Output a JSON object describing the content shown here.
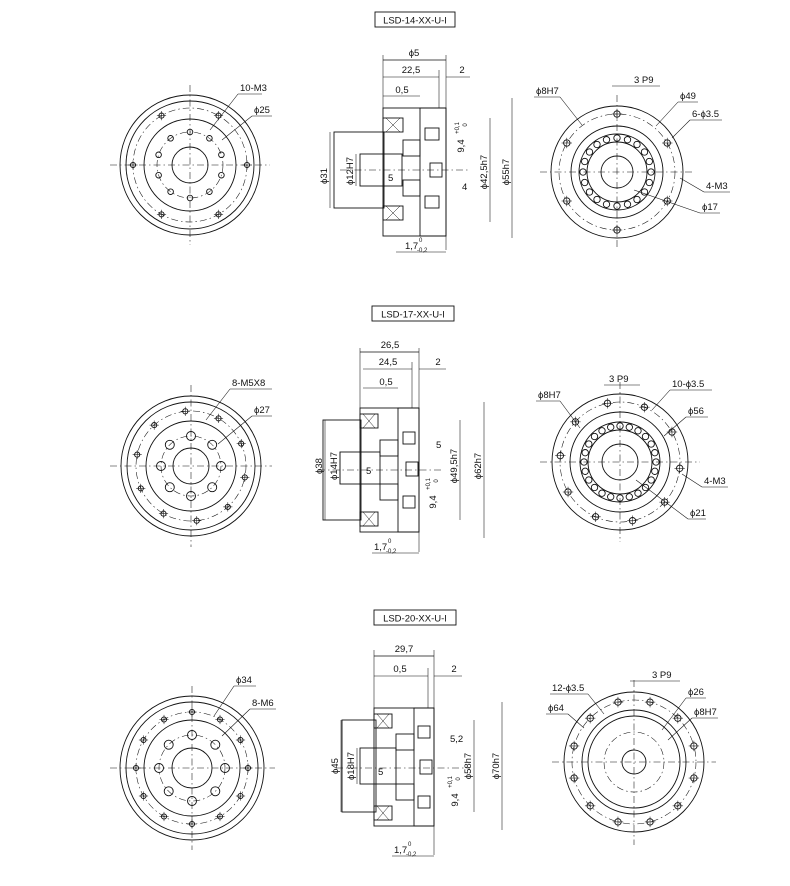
{
  "sections": [
    {
      "title": "LSD-14-XX-U-I",
      "left": {
        "holes_label": "10-M3",
        "pcd_label": "ϕ25",
        "holes": 10
      },
      "center": {
        "top_dims": [
          "ϕ5",
          "22,5",
          "2",
          "0,5"
        ],
        "left_dims": [
          "ϕ31",
          "ϕ12H7"
        ],
        "inner_labels": [
          "5",
          "4"
        ],
        "right_dims": [
          "9,4",
          "ϕ42,5h7",
          "ϕ55h7"
        ],
        "tol_910": "+0,1",
        "tol_910_low": "0",
        "bottom_dim": "1,7",
        "bottom_tol_up": "0",
        "bottom_tol_low": "-0,2"
      },
      "right": {
        "labels_left": [
          "ϕ8H7"
        ],
        "label_top": "3  P9",
        "labels_right": [
          "ϕ49",
          "6-ϕ3.5",
          "4-M3",
          "ϕ17"
        ],
        "balls": 20
      }
    },
    {
      "title": "LSD-17-XX-U-I",
      "left": {
        "holes_label": "8-M5X8",
        "pcd_label": "ϕ27",
        "holes": 8
      },
      "center": {
        "top_dims": [
          "26,5",
          "24,5",
          "2",
          "0,5"
        ],
        "left_dims": [
          "ϕ38",
          "ϕ14H7"
        ],
        "inner_labels": [
          "5",
          "5"
        ],
        "right_dims": [
          "9,4",
          "ϕ49,5h7",
          "ϕ62h7"
        ],
        "tol_910": "+0,1",
        "tol_910_low": "0",
        "bottom_dim": "1,7",
        "bottom_tol_up": "0",
        "bottom_tol_low": "-0,2"
      },
      "right": {
        "labels_left": [
          "ϕ8H7"
        ],
        "label_top": "3  P9",
        "labels_right": [
          "10-ϕ3.5",
          "ϕ56",
          "4-M3",
          "ϕ21"
        ],
        "balls": 24
      }
    },
    {
      "title": "LSD-20-XX-U-I",
      "left": {
        "holes_label": "8-M6",
        "pcd_label": "ϕ34",
        "holes": 8
      },
      "center": {
        "top_dims": [
          "29,7",
          "0,5",
          "2"
        ],
        "left_dims": [
          "ϕ45",
          "ϕ18H7"
        ],
        "inner_labels": [
          "5",
          "5,2"
        ],
        "right_dims": [
          "9,4",
          "ϕ58h7",
          "ϕ70h7"
        ],
        "tol_910": "+0,1",
        "tol_910_low": "0",
        "bottom_dim": "1,7",
        "bottom_tol_up": "0",
        "bottom_tol_low": "-0,2"
      },
      "right": {
        "labels_left": [
          "12-ϕ3.5",
          "ϕ64"
        ],
        "label_top": "3  P9",
        "labels_right": [
          "ϕ26",
          "ϕ8H7"
        ],
        "balls": 0
      }
    }
  ]
}
